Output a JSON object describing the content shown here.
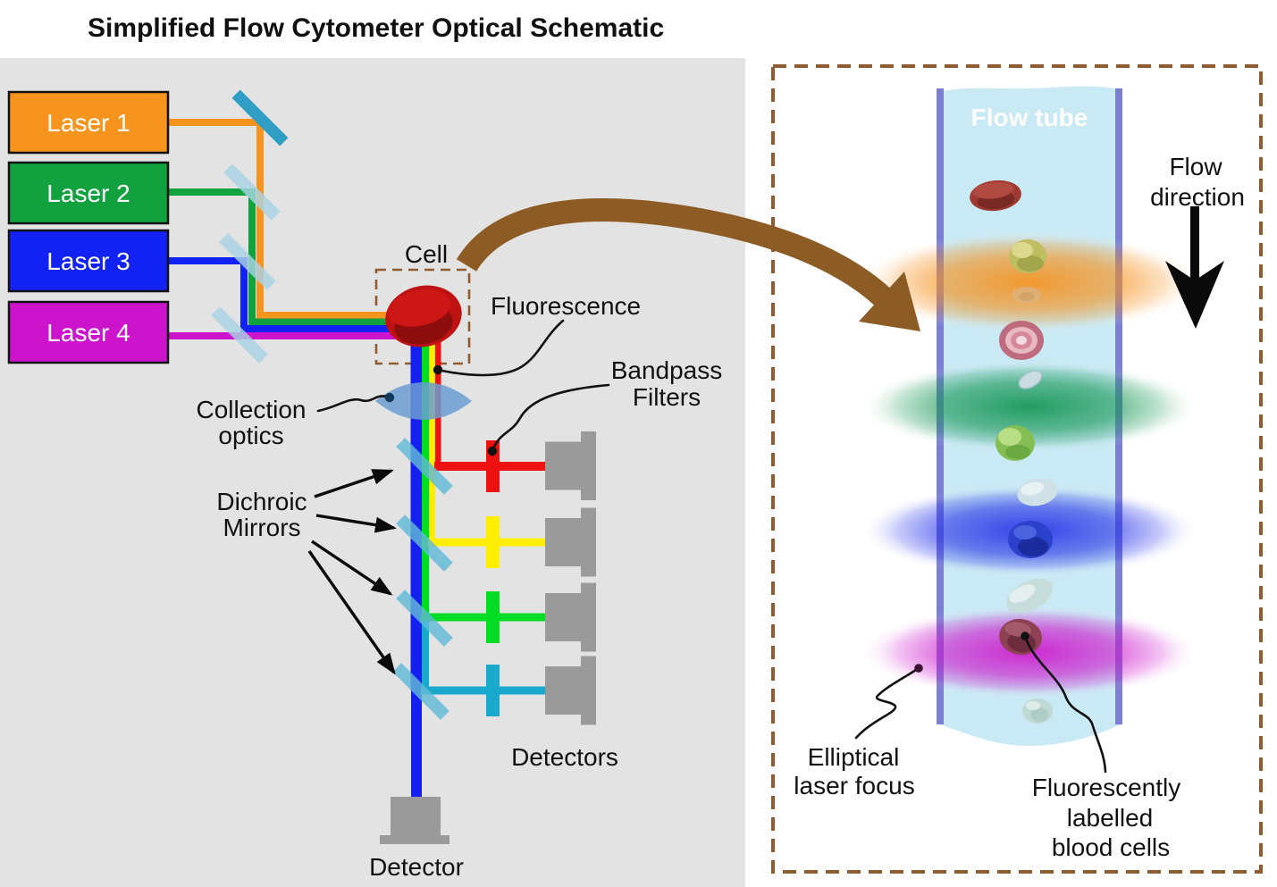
{
  "title": "Simplified Flow Cytometer Optical Schematic",
  "optical_schematic": {
    "lasers": [
      {
        "label": "Laser 1",
        "color": "#F7941E"
      },
      {
        "label": "Laser 2",
        "color": "#12A13F"
      },
      {
        "label": "Laser 3",
        "color": "#1222F2"
      },
      {
        "label": "Laser 4",
        "color": "#CC14CC"
      }
    ],
    "cell_label": "Cell",
    "fluorescence_label": "Fluorescence",
    "collection_optics_label": [
      "Collection",
      "optics"
    ],
    "dichroic_mirrors_label": [
      "Dichroic",
      "Mirrors"
    ],
    "bandpass_filters_label": [
      "Bandpass",
      "Filters"
    ],
    "detectors_label": "Detectors",
    "detector_label": "Detector",
    "beam_colors": {
      "fluor_blue": "#1420F0",
      "fluor_green": "#00DD22",
      "fluor_yellow": "#FFEE00",
      "fluor_red": "#EE1111",
      "fluor_teal": "#18A9CC"
    }
  },
  "flow_view": {
    "flow_tube_label": "Flow tube",
    "flow_direction_label": [
      "Flow",
      "direction"
    ],
    "elliptical_focus_label": [
      "Elliptical",
      "laser focus"
    ],
    "fluorescent_cells_label": [
      "Fluorescently",
      "labelled",
      "blood cells"
    ],
    "laser_focus_colors": [
      "#F5921E",
      "#119552",
      "#2430E8",
      "#CC14CC"
    ]
  }
}
